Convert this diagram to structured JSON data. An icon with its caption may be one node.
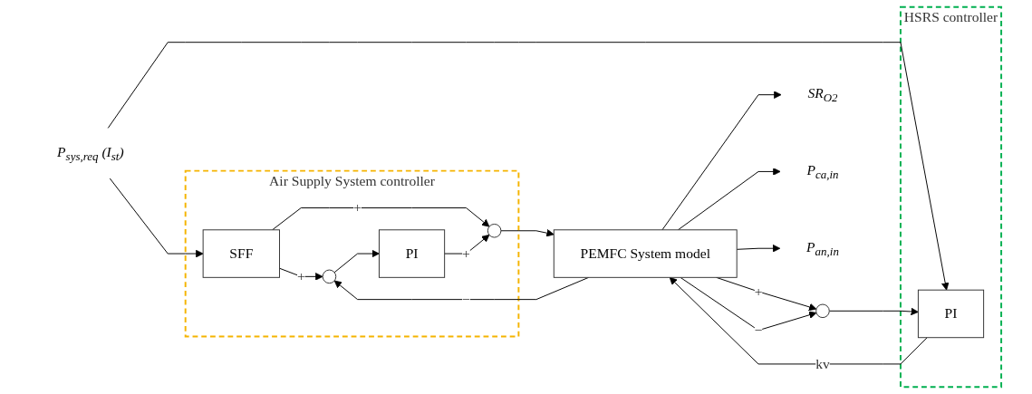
{
  "diagram": {
    "nodes": [
      {
        "text": [
          "P$_{sys,req}$ (I$_{st}$)"
        ]
      },
      {
        "text": [
          "Air Supply System controller"
        ]
      },
      {
        "text": [
          "SFF"
        ],
        "in": 1
      },
      {
        "text": [],
        "shape": "circle",
        "in": 1
      },
      {
        "text": [
          "PI"
        ],
        "in": 1
      },
      {
        "text": [],
        "shape": "circle",
        "in": 1
      },
      {
        "text": [
          "PEMFC System model"
        ]
      },
      {
        "text": [
          "HSRS controller"
        ]
      },
      {
        "text": [
          "PI"
        ],
        "in": 7
      },
      {
        "text": [],
        "shape": "circle"
      },
      {
        "text": [
          "SR$_{O2}$"
        ]
      },
      {
        "text": [
          "P$_{ca,in}$"
        ]
      },
      {
        "text": [
          "P$_{an,in}$"
        ]
      }
    ],
    "edges": [
      {
        "from": 0,
        "to": 2,
        "arrow": "to"
      },
      {
        "from": 0,
        "to": 8,
        "arrow": "to"
      },
      {
        "from": 2,
        "to": 3,
        "arrow": "to",
        "label": "+"
      },
      {
        "from": 2,
        "to": 5,
        "arrow": "to",
        "label": "+"
      },
      {
        "from": 3,
        "to": 4,
        "arrow": "to"
      },
      {
        "from": 4,
        "to": 5,
        "arrow": "to",
        "label": "+"
      },
      {
        "from": 5,
        "to": 6,
        "arrow": "to"
      },
      {
        "from": 6,
        "to": 10,
        "arrow": "to"
      },
      {
        "from": 6,
        "to": 3,
        "arrow": "to",
        "label": "−"
      },
      {
        "from": 6,
        "to": 11,
        "arrow": "to"
      },
      {
        "from": 6,
        "to": 9,
        "arrow": "to",
        "label": "+"
      },
      {
        "from": 6,
        "to": 12,
        "arrow": "to"
      },
      {
        "from": 6,
        "to": 9,
        "arrow": "to",
        "label": "−"
      },
      {
        "from": 9,
        "to": 8,
        "arrow": "to"
      },
      {
        "from": 8,
        "to": 6,
        "arrow": "to",
        "label": "kv"
      }
    ]
  }
}
